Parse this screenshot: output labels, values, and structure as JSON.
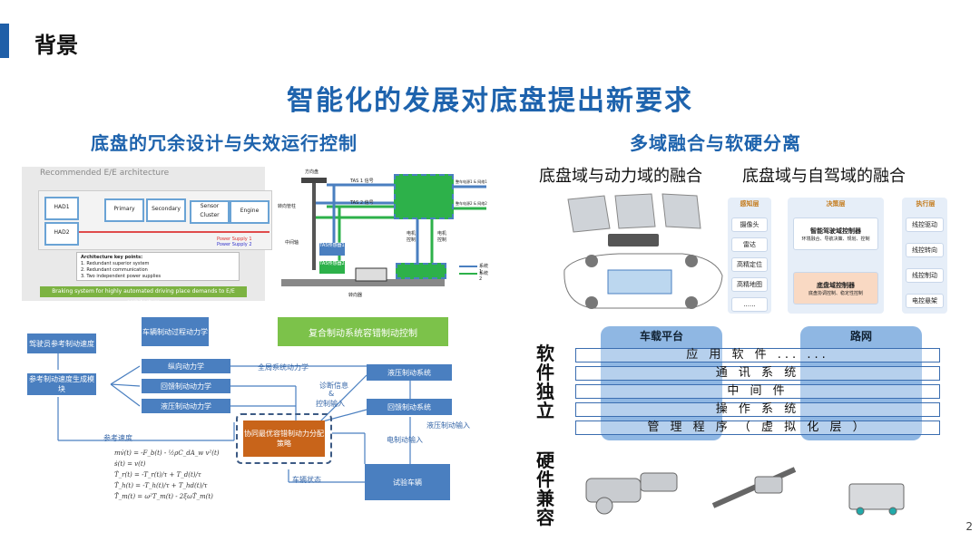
{
  "section_title": "背景",
  "main_title": "智能化的发展对底盘提出新要求",
  "left": {
    "subtitle": "底盘的冗余设计与失效运行控制",
    "ee": {
      "title": "Recommended E/E architecture",
      "had1": "HAD1",
      "had2": "HAD2",
      "primary": "Primary",
      "secondary": "Secondary",
      "sensor_cluster": "Sensor Cluster",
      "engine": "Engine",
      "power_supply_1": "Power Supply 1",
      "power_supply_2": "Power Supply 2",
      "key_points_title": "Architecture key points:",
      "key_points": [
        "1. Redundant superior system",
        "2. Redundant communication",
        "3. Two independent power supplies"
      ],
      "caption": "Braking system for highly automated driving place demands to E/E architecture"
    },
    "redundancy": {
      "steering_wheel": "方向盘",
      "steering_column": "转向管柱",
      "intermediate_shaft": "中间轴",
      "gearbox": "转向器",
      "tas_sensor_1": "TAS传感器1",
      "tas_sensor_2": "TAS传感器2",
      "tas_signal_1": "TAS 1 信号",
      "tas_signal_2": "TAS 2 信号",
      "power_1": "整车电源1 & 网络1",
      "power_2": "整车电源2 & 网络2",
      "motor_control_1": "电机控制",
      "motor_control_2": "电机控制",
      "system_1": "系统1",
      "system_2": "系统2"
    },
    "control": {
      "header": "复合制动系统容错制动控制",
      "driver_model": "驾驶员参考制动速度",
      "ref_speed_gen": "参考制动速度生成模块",
      "vehicle_dyn": "车辆制动过程动力学",
      "longitudinal": "纵向动力学",
      "regen": "回馈制动动力学",
      "hydraulic": "液压制动动力学",
      "full_system": "全局系统动力学",
      "diagnosis": "诊断信息",
      "amp": "&",
      "control_input": "控制输入",
      "hydraulic_system": "液压制动系统",
      "regen_system": "回馈制动系统",
      "hydraulic_input": "液压制动输入",
      "electric_input": "电制动输入",
      "coordinator": "协同最优容错制动力分配策略",
      "ref_speed": "参考速度",
      "vehicle_state": "车辆状态",
      "test_vehicle": "试验车辆",
      "equations": [
        "mv̇(t) = -F_b(t) - ½ρC_dA_w v²(t)",
        "ṡ(t) = v(t)",
        "Ṫ_r(t) = -T_r(t)/τ + T_d(t)/τ",
        "Ṫ_h(t) = -T_h(t)/τ + T_hd(t)/τ",
        "T̈_m(t) = ω²T_m(t) - 2ξωṪ_m(t)"
      ]
    }
  },
  "right": {
    "subtitle": "多域融合与软硬分离",
    "fusion_power": "底盘域与动力域的融合",
    "fusion_adas": "底盘域与自驾域的融合",
    "adas_arch": {
      "sense_head": "感知层",
      "decide_head": "决策层",
      "exec_head": "执行层",
      "sense_items": [
        "摄像头",
        "雷达",
        "高精定位",
        "高精地图",
        "......"
      ],
      "controller": "智能驾驶域控制器",
      "controller_sub": "环境融合、导航决策、规划、控制",
      "chassis_controller": "底盘域控制器",
      "chassis_sub": "底盘协调控制、稳定性控制",
      "exec_items": [
        "线控驱动",
        "线控转向",
        "线控制动",
        "电控悬架"
      ]
    },
    "software_label": "软件独立",
    "hardware_label": "硬件兼容",
    "platform_onboard": "车载平台",
    "platform_network": "路网",
    "layers": [
      "应 用 软 件 ... ...",
      "通 讯 系 统",
      "中 间 件",
      "操 作 系 统",
      "管 理 程 序 （ 虚 拟 化 层 ）"
    ]
  },
  "page_number": "2",
  "colors": {
    "accent": "#1e63ad",
    "box_blue": "#4a7fc0",
    "green": "#7cc24a",
    "orange": "#c8641a"
  }
}
